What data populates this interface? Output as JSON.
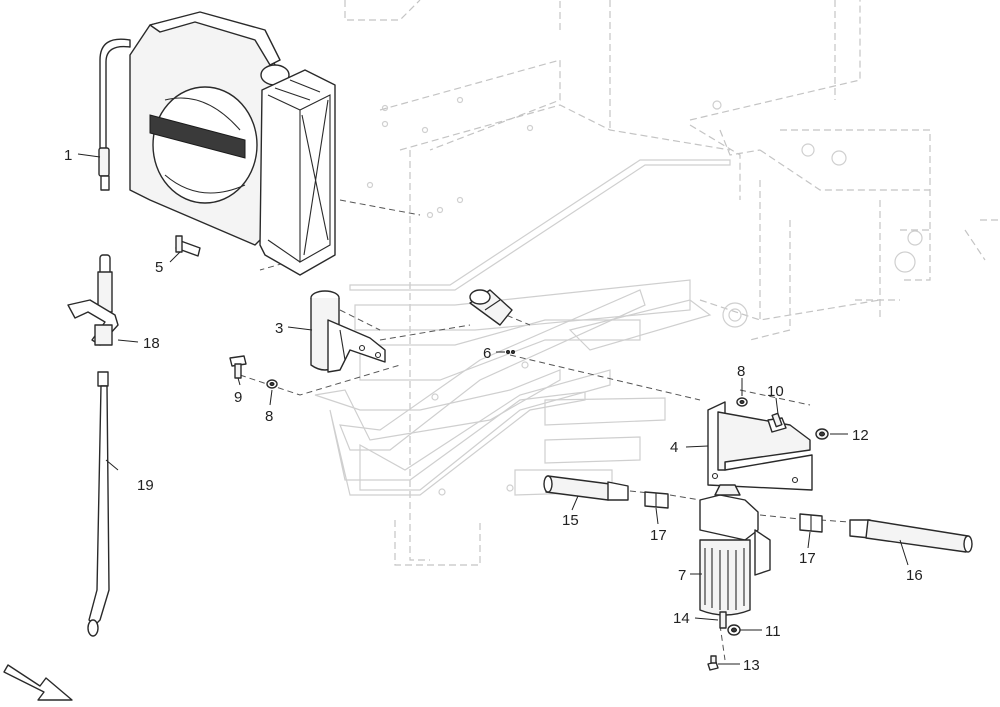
{
  "callouts": {
    "c1": "1",
    "c3": "3",
    "c4": "4",
    "c5": "5",
    "c6": "6",
    "c7": "7",
    "c8a": "8",
    "c8b": "8",
    "c9": "9",
    "c10": "10",
    "c11": "11",
    "c12": "12",
    "c13": "13",
    "c14": "14",
    "c15": "15",
    "c16": "16",
    "c17a": "17",
    "c17b": "17",
    "c18": "18",
    "c19": "19"
  },
  "colors": {
    "line": "#2a2a2a",
    "ghost_line": "#c4c4c4",
    "part_fill": "#f4f4f4",
    "background": "#ffffff"
  },
  "icons": {
    "direction_arrow": "arrow-down-right-icon"
  }
}
